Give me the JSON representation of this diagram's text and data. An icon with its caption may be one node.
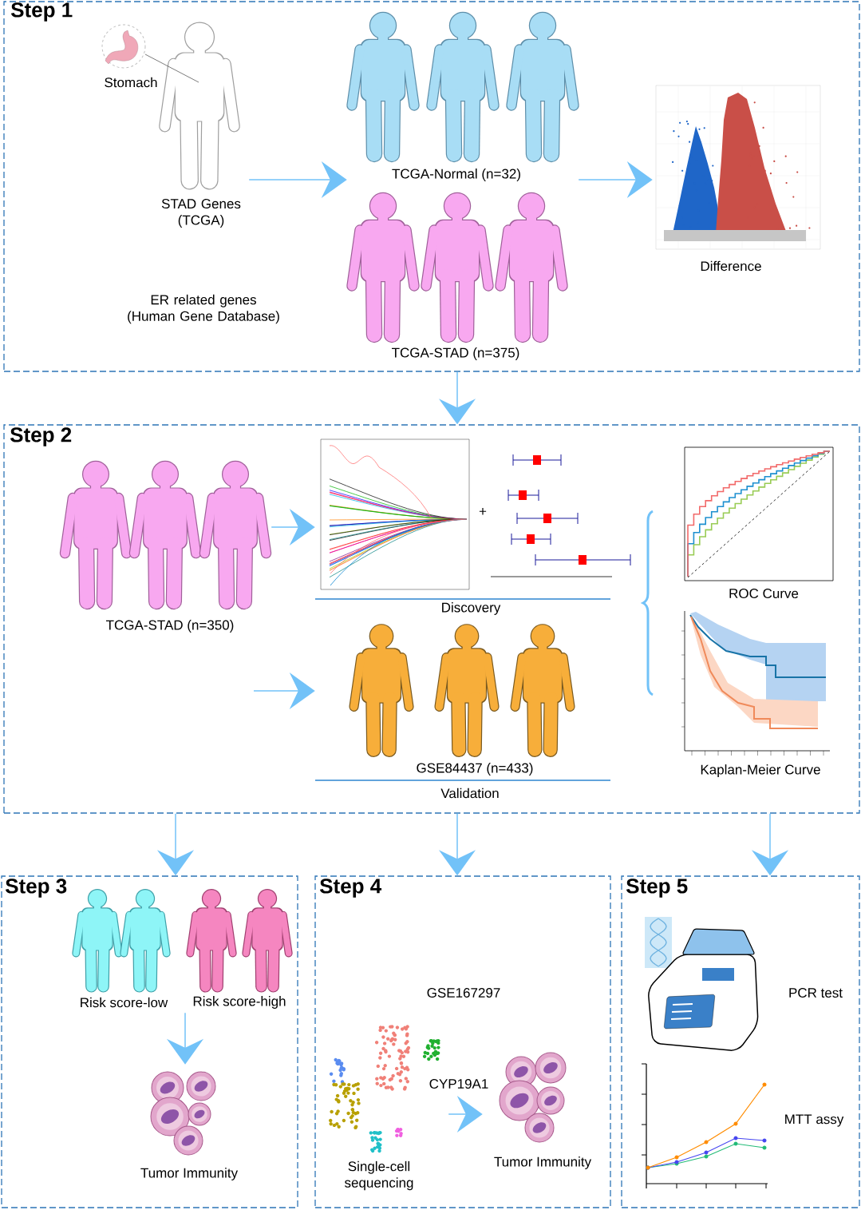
{
  "diagram": {
    "nodes": [
      {
        "text": [
          "Step 1"
        ]
      },
      {
        "text": [
          "STAD Genes (TCGA)"
        ],
        "in": 0
      },
      {
        "text": [
          "ER related genes (Human Gene Database)"
        ],
        "in": 0
      },
      {
        "text": [
          "TCGA-Normal (n=32)"
        ],
        "in": 0
      },
      {
        "text": [
          "TCGA-STAD (n=375)"
        ],
        "in": 0
      },
      {
        "text": [
          "Difference"
        ],
        "in": 0
      },
      {
        "text": [
          "Step 2"
        ]
      },
      {
        "text": [
          "TCGA-STAD (n=350)"
        ],
        "in": 6
      },
      {
        "text": [
          "Discovery"
        ],
        "in": 6
      },
      {
        "text": [
          "GSE84437 (n=433)",
          "Validation"
        ],
        "in": 6
      },
      {
        "text": [
          "ROC Curve"
        ],
        "in": 6
      },
      {
        "text": [
          "Kaplan-Meier Curve"
        ],
        "in": 6
      },
      {
        "text": [
          "Step 3"
        ]
      },
      {
        "text": [
          "Risk score-low",
          "Risk score-high"
        ],
        "in": 12
      },
      {
        "text": [
          "Tumor Immunity"
        ],
        "in": 12
      },
      {
        "text": [
          "Step 4"
        ]
      },
      {
        "text": [
          "GSE167297"
        ],
        "in": 15
      },
      {
        "text": [
          "Single-cell sequencing"
        ],
        "in": 15
      },
      {
        "text": [
          "Tumor Immunity"
        ],
        "in": 15
      },
      {
        "text": [
          "Step 5"
        ]
      },
      {
        "text": [
          "PCR test"
        ],
        "in": 19
      },
      {
        "text": [
          "MTT assy"
        ],
        "in": 19
      }
    ],
    "edges": [
      {
        "from": 1,
        "to": 3,
        "arrow": "to"
      },
      {
        "from": 3,
        "to": 5,
        "arrow": "to"
      },
      {
        "from": 0,
        "to": 6,
        "arrow": "to"
      },
      {
        "from": 7,
        "to": 8,
        "arrow": "to"
      },
      {
        "from": null,
        "to": 9,
        "arrow": "to"
      },
      {
        "from": 6,
        "to": 12,
        "arrow": "to"
      },
      {
        "from": 6,
        "to": 15,
        "arrow": "to"
      },
      {
        "from": 6,
        "to": 19,
        "arrow": "to"
      },
      {
        "from": 13,
        "to": 14,
        "arrow": "to"
      },
      {
        "from": 17,
        "to": 18,
        "arrow": "to",
        "label": "CYP19A1"
      }
    ],
    "labels": [
      "Stomach",
      "+"
    ]
  }
}
